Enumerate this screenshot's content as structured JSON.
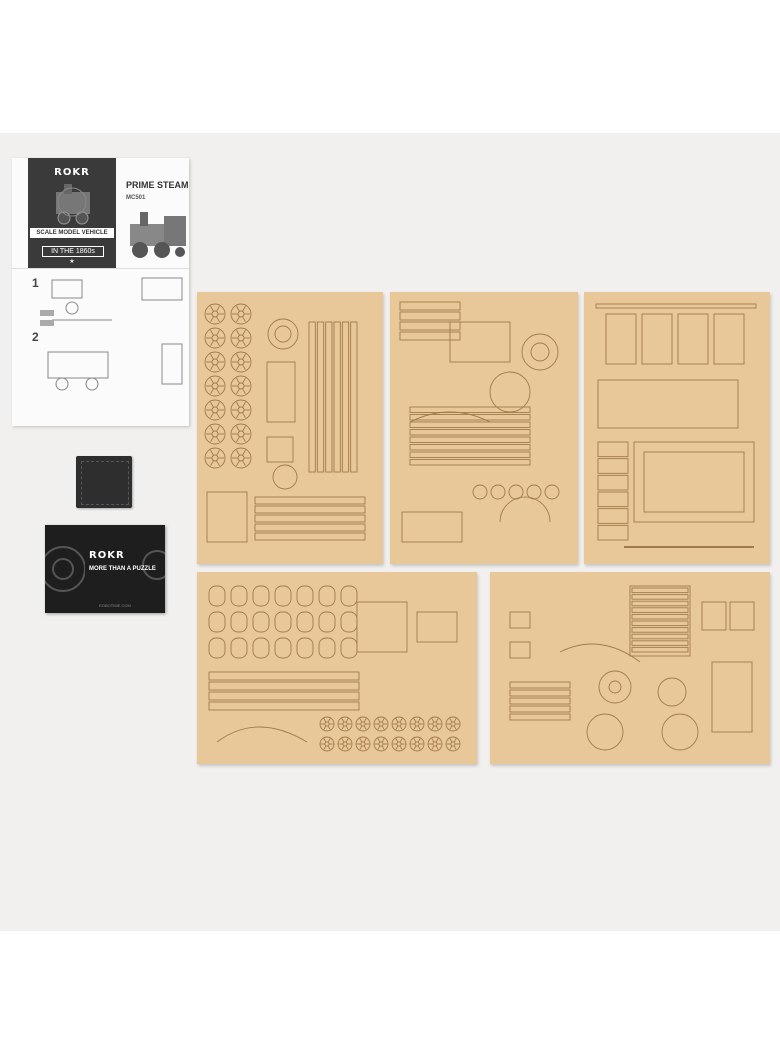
{
  "manual": {
    "brand": "ROKR",
    "banner": "SCALE MODEL VEHICLE",
    "era": "IN THE 1860s",
    "title": "PRIME STEAM",
    "code": "MC501",
    "step_1": "1",
    "step_2": "2"
  },
  "card": {
    "brand": "ROKR",
    "tagline": "MORE THAN A PUZZLE",
    "url": "ROBOTIME.COM"
  },
  "colors": {
    "background": "#f1f0ee",
    "wood": "#e8c898",
    "cut_line": "#a27a4a",
    "card": "#1e1e1e"
  }
}
